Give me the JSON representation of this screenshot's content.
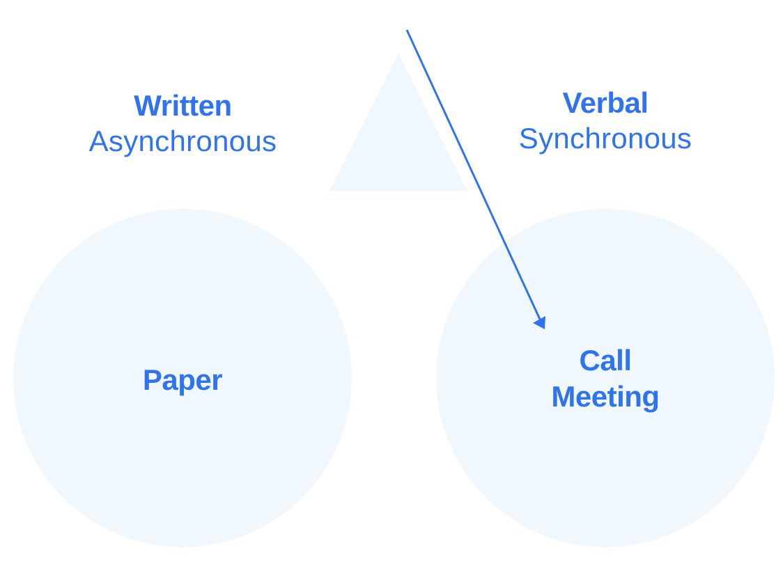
{
  "colors": {
    "accent": "#2f74ee",
    "shape_fill": "#f1f8fd"
  },
  "left": {
    "title": "Written",
    "subtitle": "Asynchronous",
    "circle_label": "Paper"
  },
  "right": {
    "title": "Verbal",
    "subtitle": "Synchronous",
    "circle_label_line1": "Call",
    "circle_label_line2": "Meeting"
  }
}
